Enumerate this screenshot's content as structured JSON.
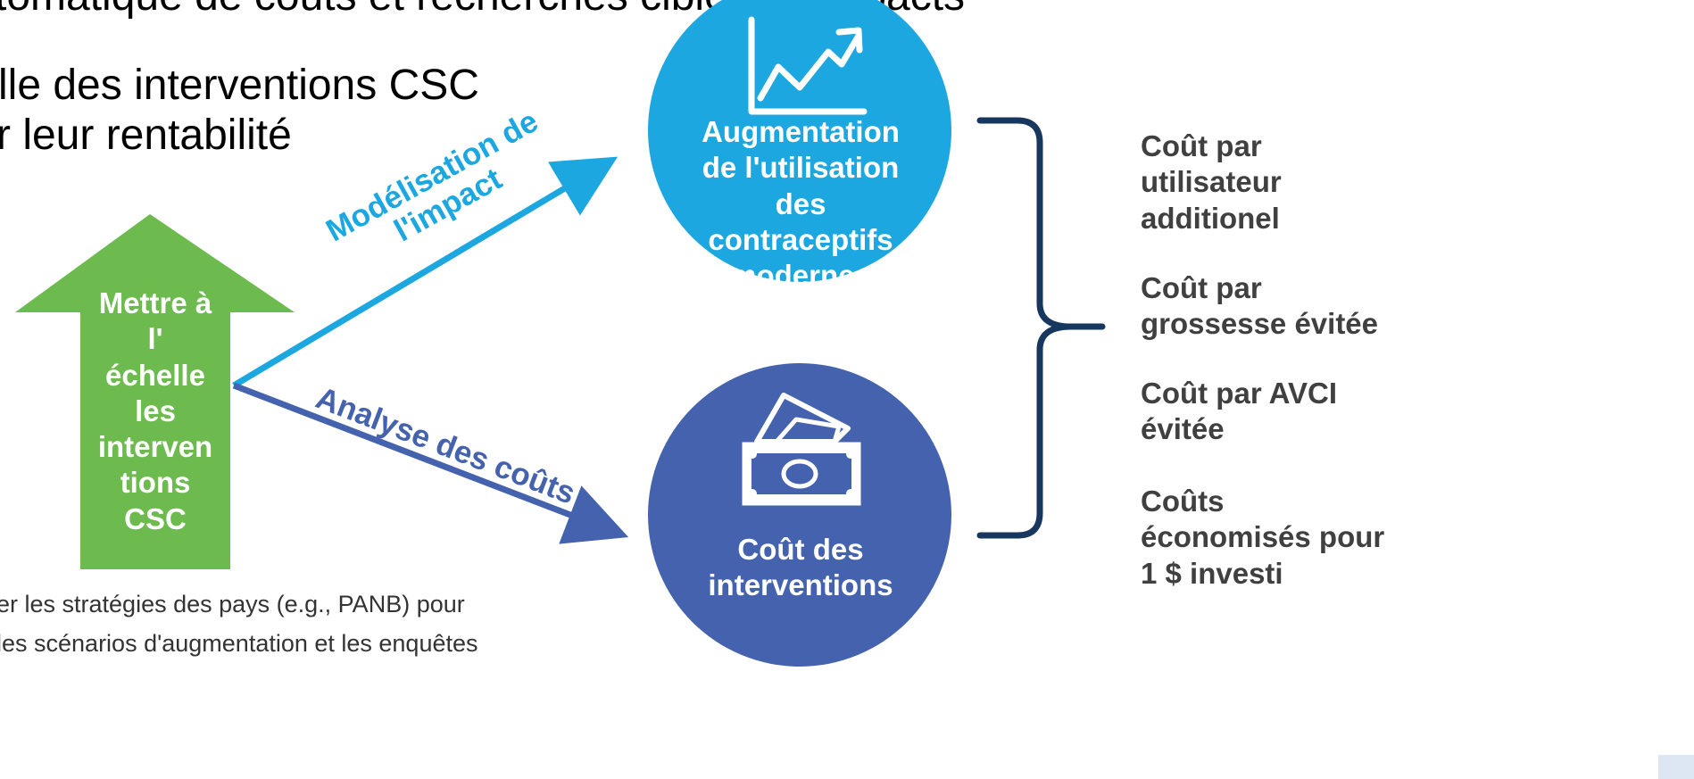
{
  "header": {
    "title_fragment": "tomatique de coûts et recherches ciblées d'impacts"
  },
  "intro": {
    "line1": "lle des interventions CSC",
    "line2": "r leur rentabilité"
  },
  "footnote": {
    "line1": "er les stratégies des pays (e.g., PANB) pour",
    "line2": "les scénarios d'augmentation et les enquêtes"
  },
  "scale_up_arrow": {
    "label_lines": [
      "Mettre à",
      "l'",
      "échelle",
      "les",
      "interven",
      "tions",
      "CSC"
    ],
    "color": "#6dbb4f"
  },
  "branches": {
    "upper_label_line1": "Modélisation de",
    "upper_label_line2": "l'impact",
    "upper_color": "#1ca7e1",
    "lower_label": "Analyse des coûts",
    "lower_color": "#4462ad"
  },
  "circles": {
    "upper": {
      "icon": "rising-chart-icon",
      "label_lines": [
        "Augmentation",
        "de l'utilisation",
        "des",
        "contraceptifs",
        "modernes"
      ],
      "color": "#1ca7e1"
    },
    "lower": {
      "icon": "money-envelope-icon",
      "label_lines": [
        "Coût des",
        "interventions"
      ],
      "color": "#4462ad"
    }
  },
  "bracket_color": "#17375e",
  "metrics": [
    {
      "lines": [
        "Coût par",
        "utilisateur",
        "additionel"
      ]
    },
    {
      "lines": [
        "Coût par",
        "grossesse évitée"
      ]
    },
    {
      "lines": [
        "Coût par AVCI",
        "évitée"
      ]
    },
    {
      "lines": [
        "Coûts",
        "économisés pour",
        "1 $ investi"
      ]
    }
  ]
}
